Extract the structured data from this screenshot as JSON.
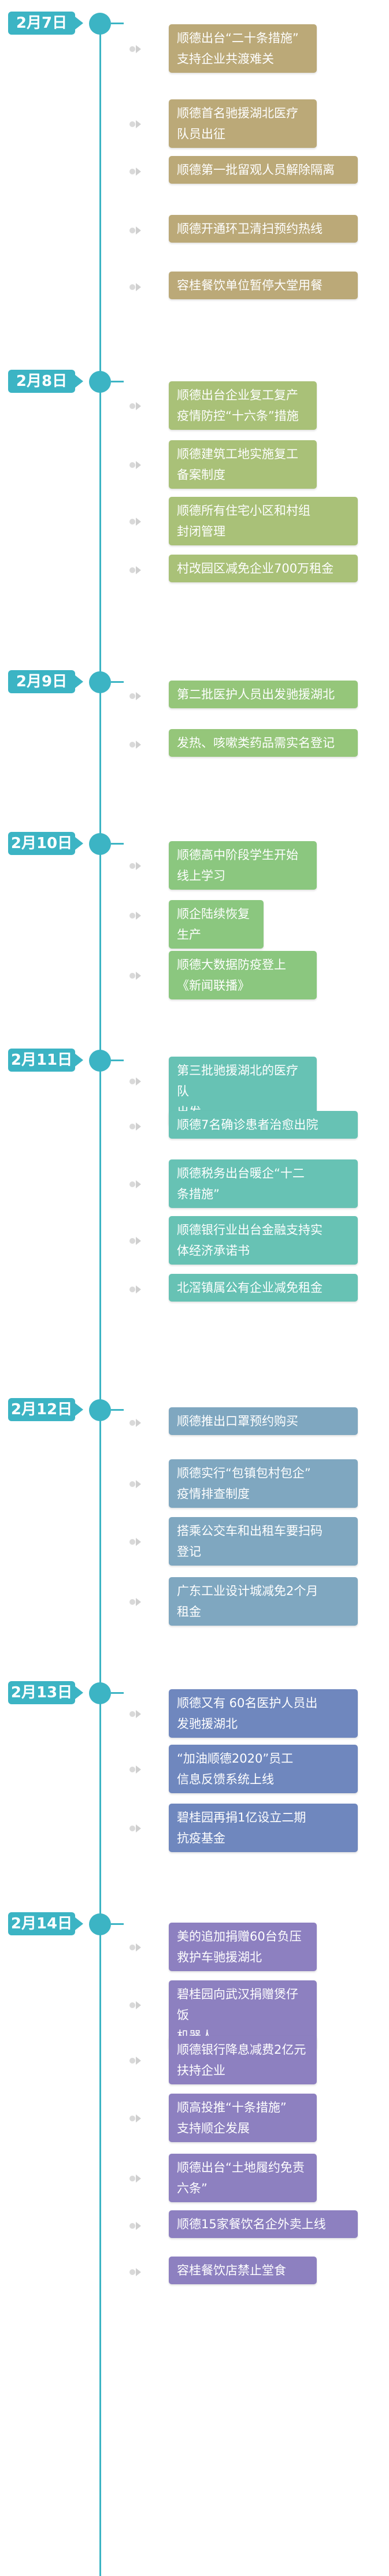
{
  "colors": {
    "axis": "#3cb4c4",
    "day1": "#bba978",
    "day2": "#a9c178",
    "day3": "#95c67a",
    "day4": "#8bc77f",
    "day5": "#67c2b4",
    "day6": "#7fa7c0",
    "day7": "#6f87be",
    "day8": "#8d80c0"
  },
  "days": [
    {
      "date": "2月7日",
      "items": [
        [
          "顺德出台“二十条措施”",
          "支持企业共渡难关"
        ],
        [
          "顺德首名驰援湖北医疗",
          "队员出征"
        ],
        [
          "顺德第一批留观人员解除隔离"
        ],
        [
          "顺德开通环卫清扫预约热线"
        ],
        [
          "容桂餐饮单位暂停大堂用餐"
        ]
      ]
    },
    {
      "date": "2月8日",
      "items": [
        [
          "顺德出台企业复工复产",
          "疫情防控“十六条”措施"
        ],
        [
          "顺德建筑工地实施复工",
          "备案制度"
        ],
        [
          "顺德所有住宅小区和村组",
          "封闭管理"
        ],
        [
          "村改园区减免企业700万租金"
        ]
      ]
    },
    {
      "date": "2月9日",
      "items": [
        [
          "第二批医护人员出发驰援湖北"
        ],
        [
          "发热、咳嗽类药品需实名登记"
        ]
      ]
    },
    {
      "date": "2月10日",
      "items": [
        [
          "顺德高中阶段学生开始",
          "线上学习"
        ],
        [
          "顺企陆续恢复生产"
        ],
        [
          "顺德大数据防疫登上",
          "《新闻联播》"
        ]
      ]
    },
    {
      "date": "2月11日",
      "items": [
        [
          "第三批驰援湖北的医疗队",
          "出发"
        ],
        [
          "顺德7名确诊患者治愈出院"
        ],
        [
          "顺德税务出台暖企“十二",
          "条措施”"
        ],
        [
          "顺德银行业出台金融支持实",
          "体经济承诺书"
        ],
        [
          "北滘镇属公有企业减免租金"
        ]
      ]
    },
    {
      "date": "2月12日",
      "items": [
        [
          "顺德推出口罩预约购买"
        ],
        [
          "顺德实行“包镇包村包企”",
          "疫情排查制度"
        ],
        [
          "搭乘公交车和出租车要扫码",
          "登记"
        ],
        [
          "广东工业设计城减免2个月",
          "租金"
        ]
      ]
    },
    {
      "date": "2月13日",
      "items": [
        [
          "顺德又有 60名医护人员出",
          "发驰援湖北"
        ],
        [
          "“加油顺德2020”员工",
          "信息反馈系统上线"
        ],
        [
          "碧桂园再捐1亿设立二期",
          "抗疫基金"
        ]
      ]
    },
    {
      "date": "2月14日",
      "items": [
        [
          "美的追加捐赠60台负压",
          "救护车驰援湖北"
        ],
        [
          "碧桂园向武汉捐赠煲仔饭",
          "机器人"
        ],
        [
          "顺德银行降息减费2亿元",
          "扶持企业"
        ],
        [
          "顺高投推“十条措施”",
          "支持顺企发展"
        ],
        [
          "顺德出台“土地履约免责",
          "六条”"
        ],
        [
          "顺德15家餐饮名企外卖上线"
        ],
        [
          "容桂餐饮店禁止堂食"
        ]
      ]
    }
  ]
}
